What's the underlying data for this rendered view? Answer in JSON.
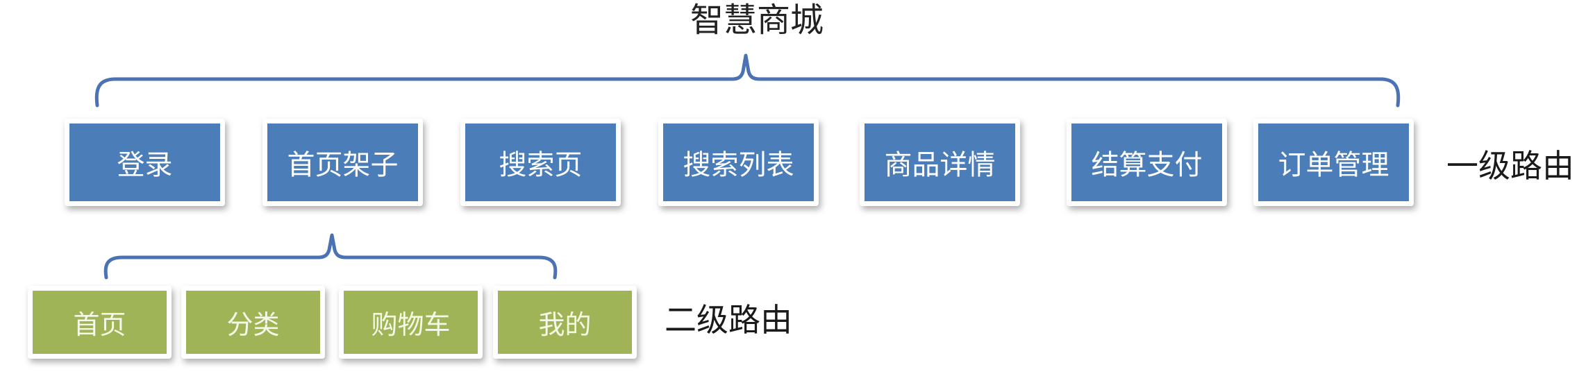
{
  "title": "智慧商城",
  "level1": {
    "label": "一级路由",
    "boxes": [
      "登录",
      "首页架子",
      "搜索页",
      "搜索列表",
      "商品详情",
      "结算支付",
      "订单管理"
    ]
  },
  "level2": {
    "label": "二级路由",
    "boxes": [
      "首页",
      "分类",
      "购物车",
      "我的"
    ]
  },
  "colors": {
    "level1_box": "#4b7db8",
    "level2_box": "#9fb457",
    "brace": "#4a72b4",
    "label_text": "#1a1a1a",
    "box_text": "#ffffff"
  }
}
